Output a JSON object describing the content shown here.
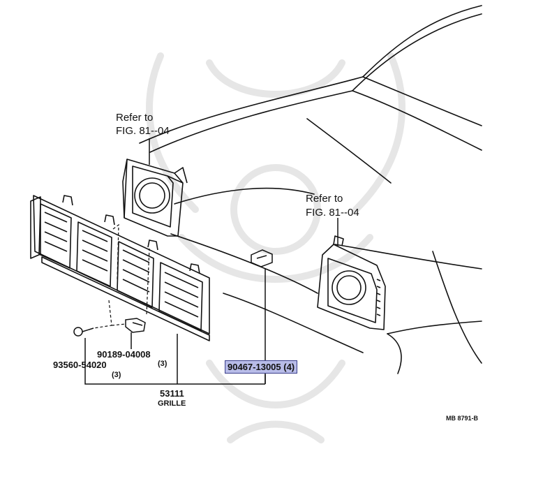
{
  "labels": {
    "ref_left_line1": "Refer to",
    "ref_left_line2": "FIG. 81--04",
    "ref_right_line1": "Refer to",
    "ref_right_line2": "FIG. 81--04",
    "clip_part": "90189-04008",
    "clip_qty": "(3)",
    "screw_part": "93560-54020",
    "screw_qty": "(3)",
    "retainer_part": "90467-13005 (4)",
    "grille_part": "53111",
    "grille_name": "GRILLE",
    "diagram_id": "MB 8791-B"
  },
  "colors": {
    "line": "#111111",
    "highlight_fill": "#b8bce8",
    "highlight_border": "#3b3f8c",
    "watermark": "#e6e6e6"
  }
}
